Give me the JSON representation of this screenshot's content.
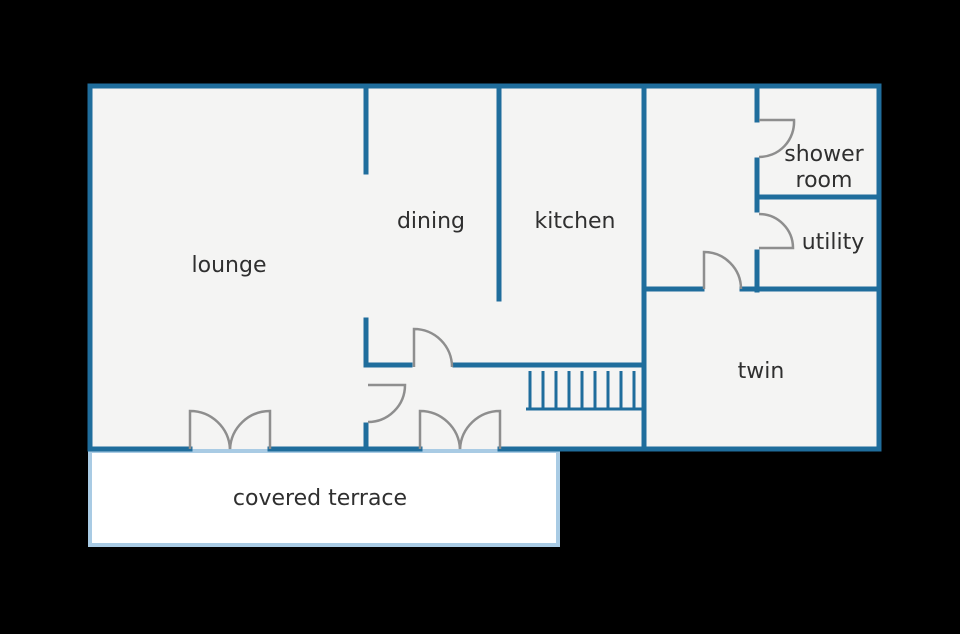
{
  "colors": {
    "background": "#000000",
    "floor": "#f4f4f3",
    "wall": "#1f6d9c",
    "door": "#8e8e8e",
    "terrace_border": "#a9cbe4",
    "text": "#2f2f2f"
  },
  "rooms": {
    "lounge": "lounge",
    "dining": "dining",
    "kitchen": "kitchen",
    "shower_room_line1": "shower",
    "shower_room_line2": "room",
    "utility": "utility",
    "twin": "twin",
    "covered_terrace": "covered terrace"
  }
}
